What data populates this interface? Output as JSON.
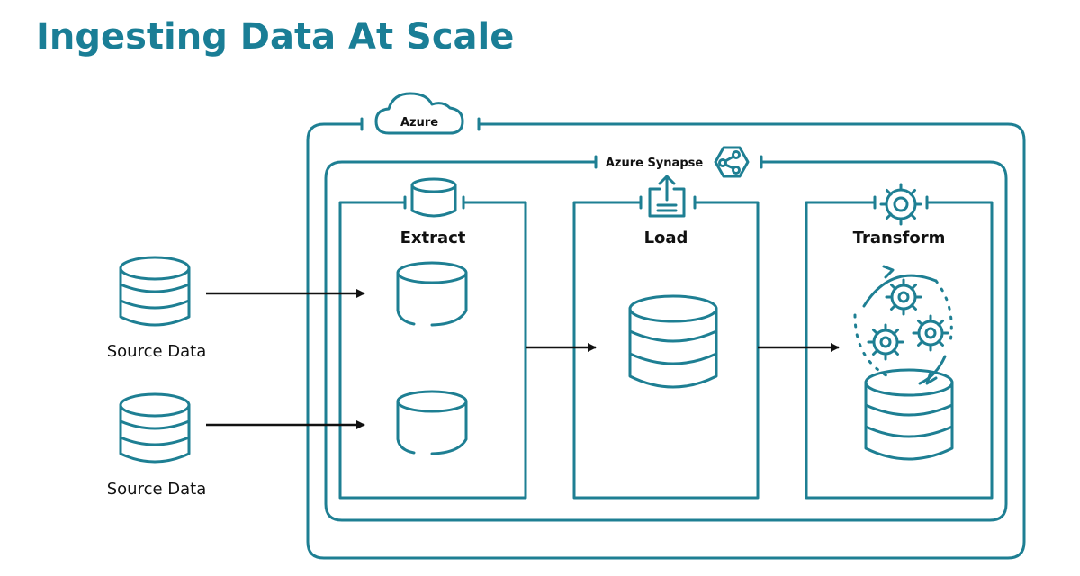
{
  "title": "Ingesting Data At Scale",
  "colors": {
    "title": "#1a7e96",
    "diagram_line": "#1e7f93",
    "arrow": "#111111"
  },
  "containers": {
    "outer_label": "Azure",
    "inner_label": "Azure Synapse"
  },
  "stages": [
    {
      "label": "Extract",
      "icon": "cylinder-icon"
    },
    {
      "label": "Load",
      "icon": "upload-document-icon"
    },
    {
      "label": "Transform",
      "icon": "gear-icon"
    }
  ],
  "sources": [
    {
      "label": "Source Data",
      "icon": "database-icon"
    },
    {
      "label": "Source Data",
      "icon": "database-icon"
    }
  ]
}
